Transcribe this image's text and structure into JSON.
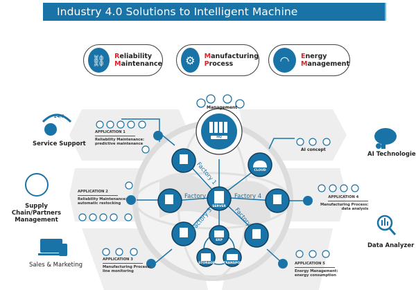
{
  "title": "Industry 4.0 Solutions to Intelligent Machine",
  "colors": {
    "primary": "#1a73a6",
    "accent": "#d6262c",
    "band": "#eeeeee"
  },
  "pillars": [
    {
      "icon": "chain-link-icon",
      "line1_initial": "R",
      "line1_rest": "eliability",
      "line2_initial": "M",
      "line2_rest": "aintenance"
    },
    {
      "icon": "gears-icon",
      "line1_initial": "M",
      "line1_rest": "anufacturing",
      "line2_initial": "P",
      "line2_rest": "rocess"
    },
    {
      "icon": "gauge-icon",
      "line1_initial": "E",
      "line1_rest": "nergy",
      "line2_initial": "M",
      "line2_rest": "anagement"
    }
  ],
  "left_categories": [
    {
      "label": "Service Support",
      "badge": "24/7",
      "icon": "headset-tools-icon"
    },
    {
      "label": "Supply Chain/Partners Management",
      "icon": "people-network-icon"
    },
    {
      "label": "Sales & Marketing",
      "icon": "devices-icon"
    }
  ],
  "right_categories": [
    {
      "label": "AI Technologies",
      "icon": "ai-brain-icon"
    },
    {
      "label": "Data Analyzer",
      "icon": "chart-magnifier-icon"
    }
  ],
  "management": {
    "label": "Management",
    "icons": [
      "document-icon",
      "report-icon",
      "dollar-icon",
      "meeting-icon"
    ]
  },
  "hub": {
    "hq_label": "HQ",
    "server_label": "SERVER",
    "cloud_label": "CLOUD",
    "factories": [
      "Factory 1",
      "Factory 2",
      "Factory 3",
      "Factory 4",
      "Factory 5"
    ],
    "bottom_nodes": [
      {
        "label": "ERP",
        "icon": "computer-icon"
      },
      {
        "label": "STORAGE",
        "icon": "shelves-icon"
      },
      {
        "label": "TRANSPORT",
        "icon": "truck-icon"
      }
    ]
  },
  "applications": [
    {
      "title": "APPLICATION 1",
      "area_initials": [
        "R",
        "M"
      ],
      "area_line": "Reliability Maintenance:",
      "detail": "predictive maintenance"
    },
    {
      "title": "APPLICATION 2",
      "area_line": "Reliability Maintenance:",
      "detail": "automatic restocking"
    },
    {
      "title": "APPLICATION 3",
      "area_line": "Manufacturing Process:",
      "detail": "line monitoring"
    },
    {
      "title": "APPLICATION 4",
      "area_line": "Manufacturing Process:",
      "detail": "data analysis"
    },
    {
      "title": "APPLICATION 5",
      "area_line": "Energy Management:",
      "detail": "energy consumption"
    }
  ],
  "ai_concept": {
    "label": "AI concept"
  }
}
